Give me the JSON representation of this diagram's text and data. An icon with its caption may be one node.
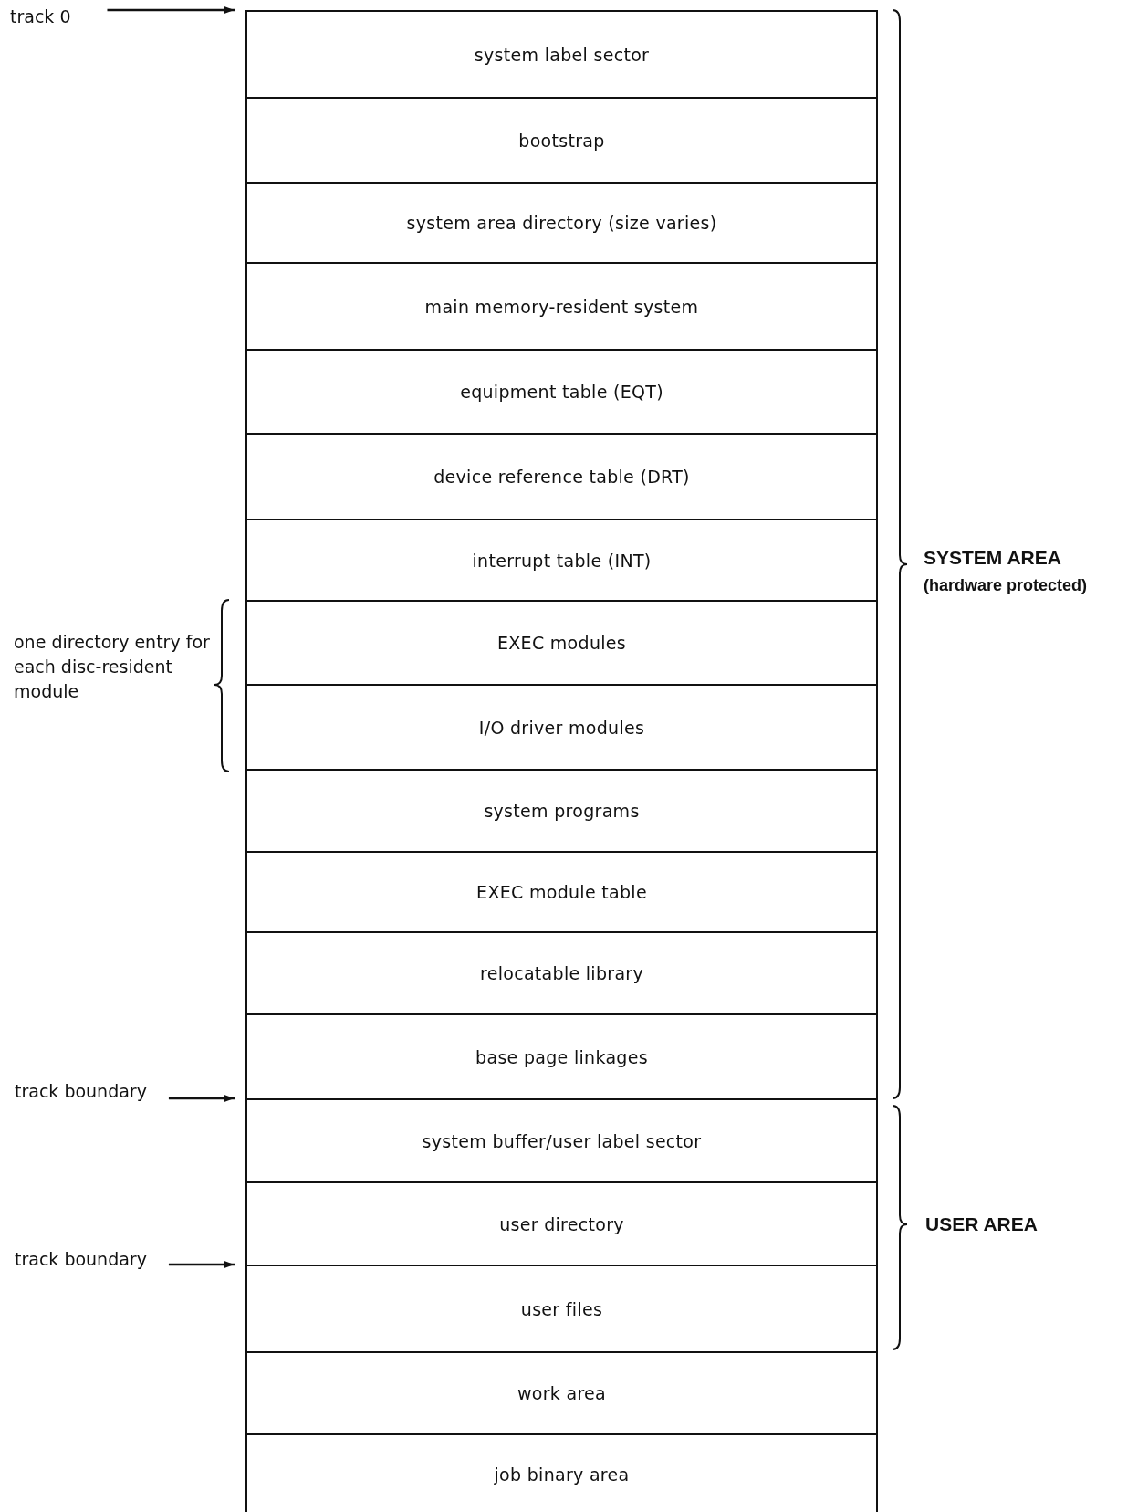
{
  "diagram": {
    "nodes": [
      {
        "text": [
          "track 0"
        ]
      },
      {
        "text": [
          "system label sector"
        ]
      },
      {
        "text": [
          "bootstrap"
        ]
      },
      {
        "text": [
          "system area directory (size varies)"
        ]
      },
      {
        "text": [
          "main memory-resident system"
        ]
      },
      {
        "text": [
          "equipment table (EQT)"
        ]
      },
      {
        "text": [
          "device reference table (DRT)"
        ]
      },
      {
        "text": [
          "interrupt table (INT)"
        ]
      },
      {
        "text": [
          "EXEC modules"
        ]
      },
      {
        "text": [
          "I/O driver modules"
        ]
      },
      {
        "text": [
          "system programs"
        ]
      },
      {
        "text": [
          "EXEC module table"
        ]
      },
      {
        "text": [
          "relocatable library"
        ]
      },
      {
        "text": [
          "base page linkages"
        ]
      },
      {
        "text": [
          "track boundary"
        ]
      },
      {
        "text": [
          "system buffer/user label sector"
        ]
      },
      {
        "text": [
          "user directory"
        ]
      },
      {
        "text": [
          "track boundary"
        ]
      },
      {
        "text": [
          "user files"
        ]
      },
      {
        "text": [
          "work area"
        ]
      },
      {
        "text": [
          "job binary area"
        ]
      }
    ],
    "edges": [
      {
        "from": 0,
        "to": 1,
        "arrow": "to"
      },
      {
        "from": 14,
        "to": 15,
        "arrow": "to"
      },
      {
        "from": 17,
        "to": 18,
        "arrow": "to"
      }
    ],
    "labels": [
      "SYSTEM AREA",
      "(hardware protected)",
      "one directory entry for each disc-resident module",
      "USER AREA"
    ]
  }
}
